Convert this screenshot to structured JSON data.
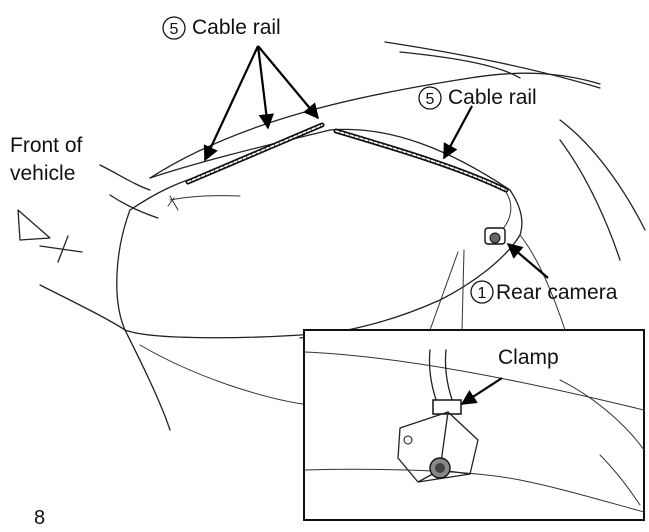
{
  "labels": {
    "cable_rail_top_num": "5",
    "cable_rail_top": "Cable rail",
    "cable_rail_right_num": "5",
    "cable_rail_right": "Cable rail",
    "front_of_vehicle_line1": "Front of",
    "front_of_vehicle_line2": "vehicle",
    "rear_camera_num": "1",
    "rear_camera": "Rear camera",
    "clamp": "Clamp",
    "page_number": "8"
  }
}
